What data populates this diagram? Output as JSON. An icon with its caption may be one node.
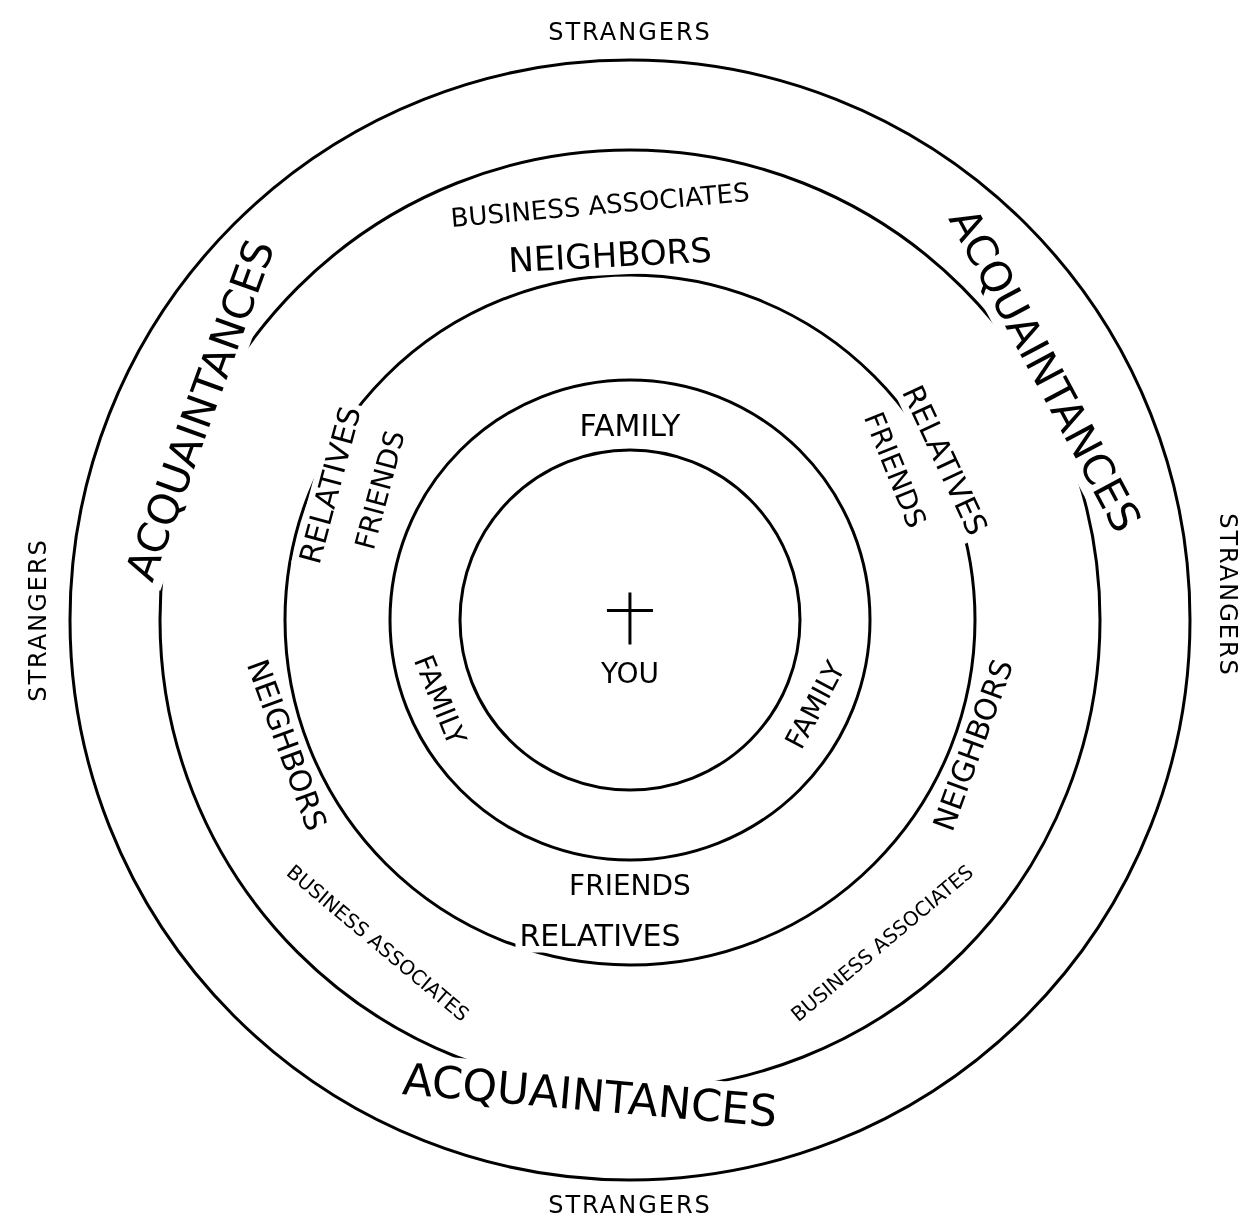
{
  "diagram": {
    "nodes": [
      {
        "text": [
          "YOU"
        ]
      },
      {
        "text": [
          "FAMILY"
        ]
      },
      {
        "text": [
          "FAMILY"
        ]
      },
      {
        "text": [
          "FAMILY"
        ]
      },
      {
        "text": [
          "FRIENDS"
        ]
      },
      {
        "text": [
          "FRIENDS"
        ]
      },
      {
        "text": [
          "FRIENDS"
        ]
      },
      {
        "text": [
          "RELATIVES"
        ]
      },
      {
        "text": [
          "RELATIVES"
        ]
      },
      {
        "text": [
          "RELATIVES"
        ]
      },
      {
        "text": [
          "NEIGHBORS"
        ]
      },
      {
        "text": [
          "NEIGHBORS"
        ]
      },
      {
        "text": [
          "NEIGHBORS"
        ]
      },
      {
        "text": [
          "BUSINESS ASSOCIATES"
        ]
      },
      {
        "text": [
          "BUSINESS ASSOCIATES"
        ]
      },
      {
        "text": [
          "BUSINESS ASSOCIATES"
        ]
      },
      {
        "text": [
          "ACQUAINTANCES"
        ]
      },
      {
        "text": [
          "ACQUAINTANCES"
        ]
      },
      {
        "text": [
          "ACQUAINTANCES"
        ]
      }
    ],
    "edges": [],
    "labels": [
      "STRANGERS",
      "STRANGERS",
      "STRANGERS",
      "STRANGERS"
    ]
  }
}
